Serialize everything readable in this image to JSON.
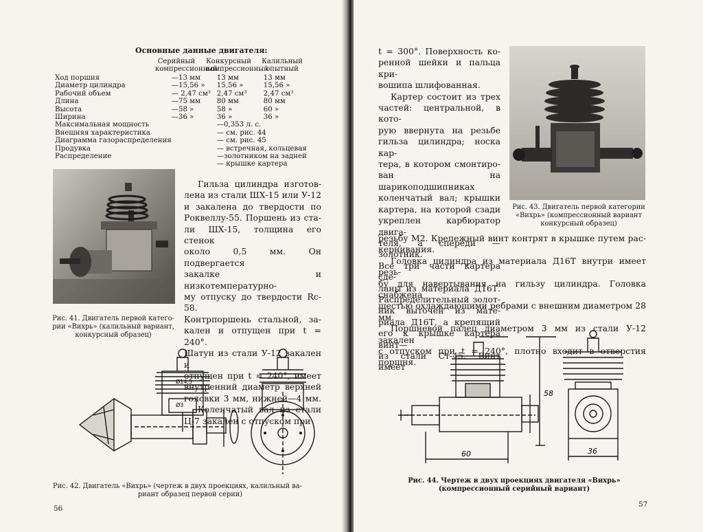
{
  "left_page": {
    "spec_title": "Основные данные двигателя:",
    "spec_columns": [
      {
        "l1": "Серийный",
        "l2": "компрессионный"
      },
      {
        "l1": "Конкурсный",
        "l2": "компрессионный"
      },
      {
        "l1": "Калильный",
        "l2": "опытный"
      }
    ],
    "spec_rows": [
      {
        "label": "Ход поршня",
        "v1": "—13     мм",
        "v2": "13     мм",
        "v3": "13     мм"
      },
      {
        "label": "Диаметр цилиндра",
        "v1": "—15,56 »",
        "v2": "15,56 »",
        "v3": "15,56 »"
      },
      {
        "label": "Рабочий объем",
        "v1": "— 2,47 см³",
        "v2": "2,47 см³",
        "v3": "2,47 см³"
      },
      {
        "label": "Длина",
        "v1": "—75     мм",
        "v2": "80     мм",
        "v3": "80     мм"
      },
      {
        "label": "Высота",
        "v1": "—58     »",
        "v2": "58     »",
        "v3": "60     »"
      },
      {
        "label": "Ширина",
        "v1": "—36     »",
        "v2": "36     »",
        "v3": "36     »"
      },
      {
        "label": "Максимальная мощность",
        "v1": "",
        "v2": "—0,353 л. с.",
        "v3": ""
      },
      {
        "label": "Внешняя характеристика",
        "v1": "",
        "v2": "— см. рис. 44",
        "v3": ""
      },
      {
        "label": "Диаграмма газораспределения",
        "v1": "",
        "v2": "— см. рис. 45",
        "v3": ""
      },
      {
        "label": "Продувка",
        "v1": "",
        "v2": "— встречная, кольцевая",
        "v3": ""
      },
      {
        "label": "Распределение",
        "v1": "",
        "v2": "—золотником на задней",
        "v3": ""
      },
      {
        "label": "",
        "v1": "",
        "v2": "— крышке картера",
        "v3": ""
      }
    ],
    "body_lines": [
      "Гильза цилиндра изготов-",
      "лена из стали ШХ-15 или У-12",
      "и закалена до твердости по",
      "Роквеллу-55. Поршень из ста-",
      "ли ШХ-15, толщина его стенок",
      "около 0,5 мм. Он подвергается",
      "закалке и низкотемпературно-",
      "му отпуску до твердости Rc-58.",
      "Контрпоршень стальной, за-",
      "кален и отпущен при t = 240°.",
      "Шатун из стали У-12 закален и",
      "отпущен при t = 240°, имеет",
      "внутренний диаметр верхней",
      "головки 3 мм, нижней—4 мм.",
      "Коленчатый вал из стали",
      "Ц-7 закален с отпуском при"
    ],
    "fig41_caption": [
      "Рис. 41. Двигатель первой катего-",
      "рии «Вихрь» (калильный вариант,",
      "конкурсный образец)"
    ],
    "fig42_caption": [
      "Рис. 42. Двигатель «Вихрь» (чертеж в двух проекциях, калильный ва-",
      "риант образец первой серии)"
    ],
    "fig42_dims": [
      "Ø14,5",
      "Ø3"
    ],
    "page_number": "56"
  },
  "right_page": {
    "top_lines": [
      "t = 300°. Поверхность ко-",
      "ренной шейки и пальца кри-",
      "вошипа шлифованная.",
      "Картер состоит из трех",
      "частей: центральной, в кото-",
      "рую ввернута на резьбе",
      "гильза цилиндра; носка кар-",
      "тера, в котором смонтиро-",
      "ван на шарикоподшипниках",
      "коленчатый вал; крышки",
      "картера, на которой сзади",
      "укреплен карбюратор двига-",
      "теля, а спереди — золотник.",
      "Все три части картера сде-",
      "ланы из материала Д16Т.",
      "Распределительный золот-",
      "ник выточен из мате-",
      "риала Д16Т, а крепящий",
      "его к крышке картера винт—",
      "из стали Ст-45. Винт имеет"
    ],
    "full_lines": [
      "резьбу М2. Крепежный винт контрят в крышке путем рас-",
      "кернивания.",
      "Головка цилиндра из материала Д16Т внутри имеет резь-",
      "бу для навертывания на гильзу цилиндра. Головка снабжена",
      "шестью охлаждающими ребрами с внешним диаметром 28 мм.",
      "Поршневой палец диаметром 3 мм из стали У-12 закален",
      "с отпуском при t = 240°, плотно входит в отверстия поршня."
    ],
    "fig43_caption": [
      "Рис. 43. Двигатель первой категории",
      "«Вихрь» (компрессионный вариант",
      "конкурсный образец)"
    ],
    "fig44_caption": [
      "Рис. 44. Чертеж в двух проекциях двигателя «Вихрь»",
      "(компрессионный серийный вариант)"
    ],
    "fig44_dims": {
      "height": "58",
      "length": "60",
      "width": "36"
    },
    "page_number": "57"
  }
}
